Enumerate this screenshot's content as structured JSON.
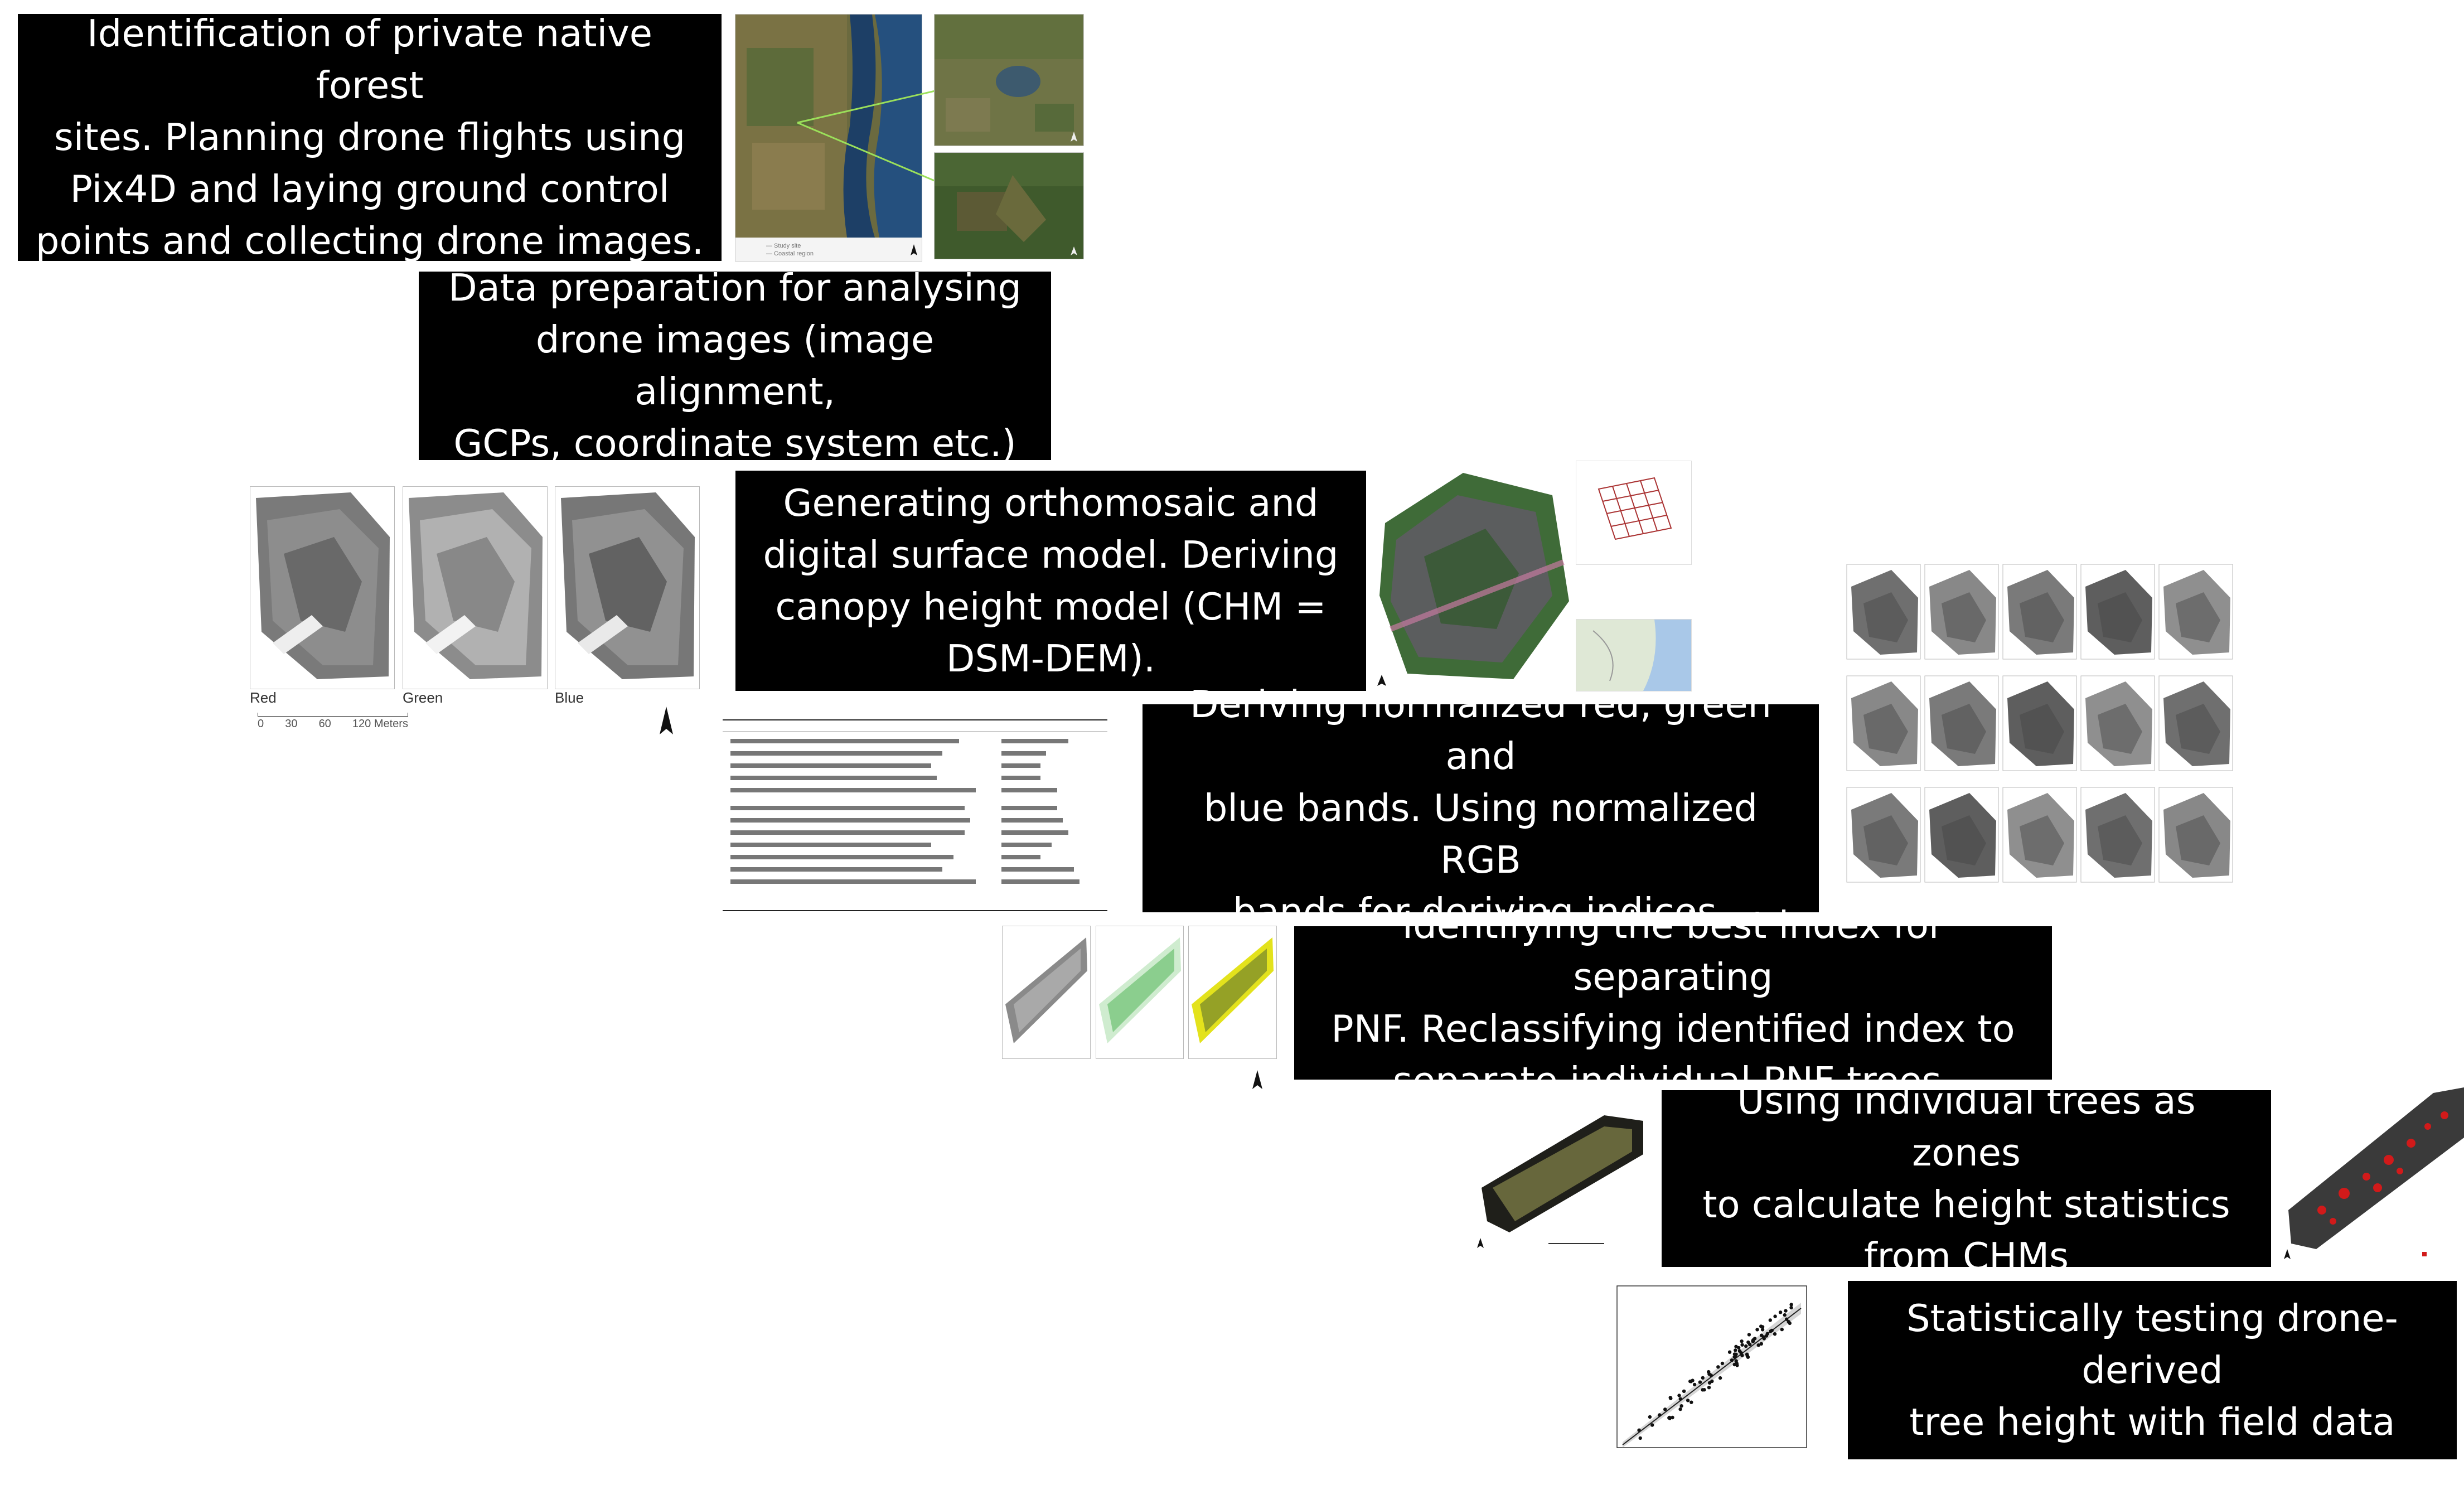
{
  "steps": [
    {
      "text": "Identification of private native forest\nsites. Planning drone flights using\nPix4D and laying ground control\npoints and collecting drone images."
    },
    {
      "text": "Data preparation for analysing\ndrone images (image alignment,\nGCPs, coordinate system etc.)"
    },
    {
      "text": "Generating orthomosaic and\ndigital surface model. Deriving\ncanopy height model (CHM =\nDSM-DEM)."
    },
    {
      "text": "Deriving normalized red, green and\nblue bands. Using normalized RGB\nbands for deriving indices."
    },
    {
      "text": "Identifying the best index for separating\nPNF. Reclassifying identified index to\nseparate individual PNF trees."
    },
    {
      "text": "Using individual trees as zones\nto calculate height statistics\nfrom CHMs"
    },
    {
      "text": "Statistically testing drone-derived\ntree height with field data"
    }
  ],
  "rgb_panels": {
    "labels": [
      "Red",
      "Green",
      "Blue"
    ],
    "scale": [
      "0",
      "30",
      "60",
      "120 Meters"
    ]
  },
  "colors": {
    "box_bg": "#000000",
    "box_text": "#ffffff",
    "connector": "#9be05a",
    "chm_tree_red": "#d11a1a",
    "index_yellow": "#e3e21c",
    "index_green": "#5dbb63"
  }
}
